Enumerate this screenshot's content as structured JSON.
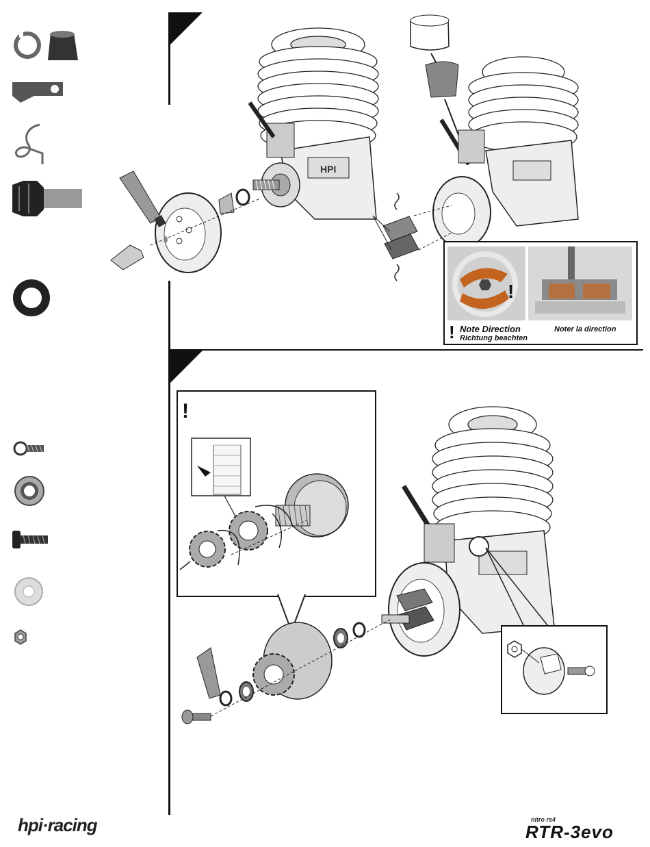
{
  "footer": {
    "brand_left": "hpi·racing",
    "brand_right_small": "nitro rs4",
    "brand_right_big": "RTR-3evo"
  },
  "step1": {
    "note": {
      "primary": "Note Direction",
      "french": "Noter la direction",
      "german": "Richtung beachten"
    }
  },
  "engine_label": "HPI"
}
